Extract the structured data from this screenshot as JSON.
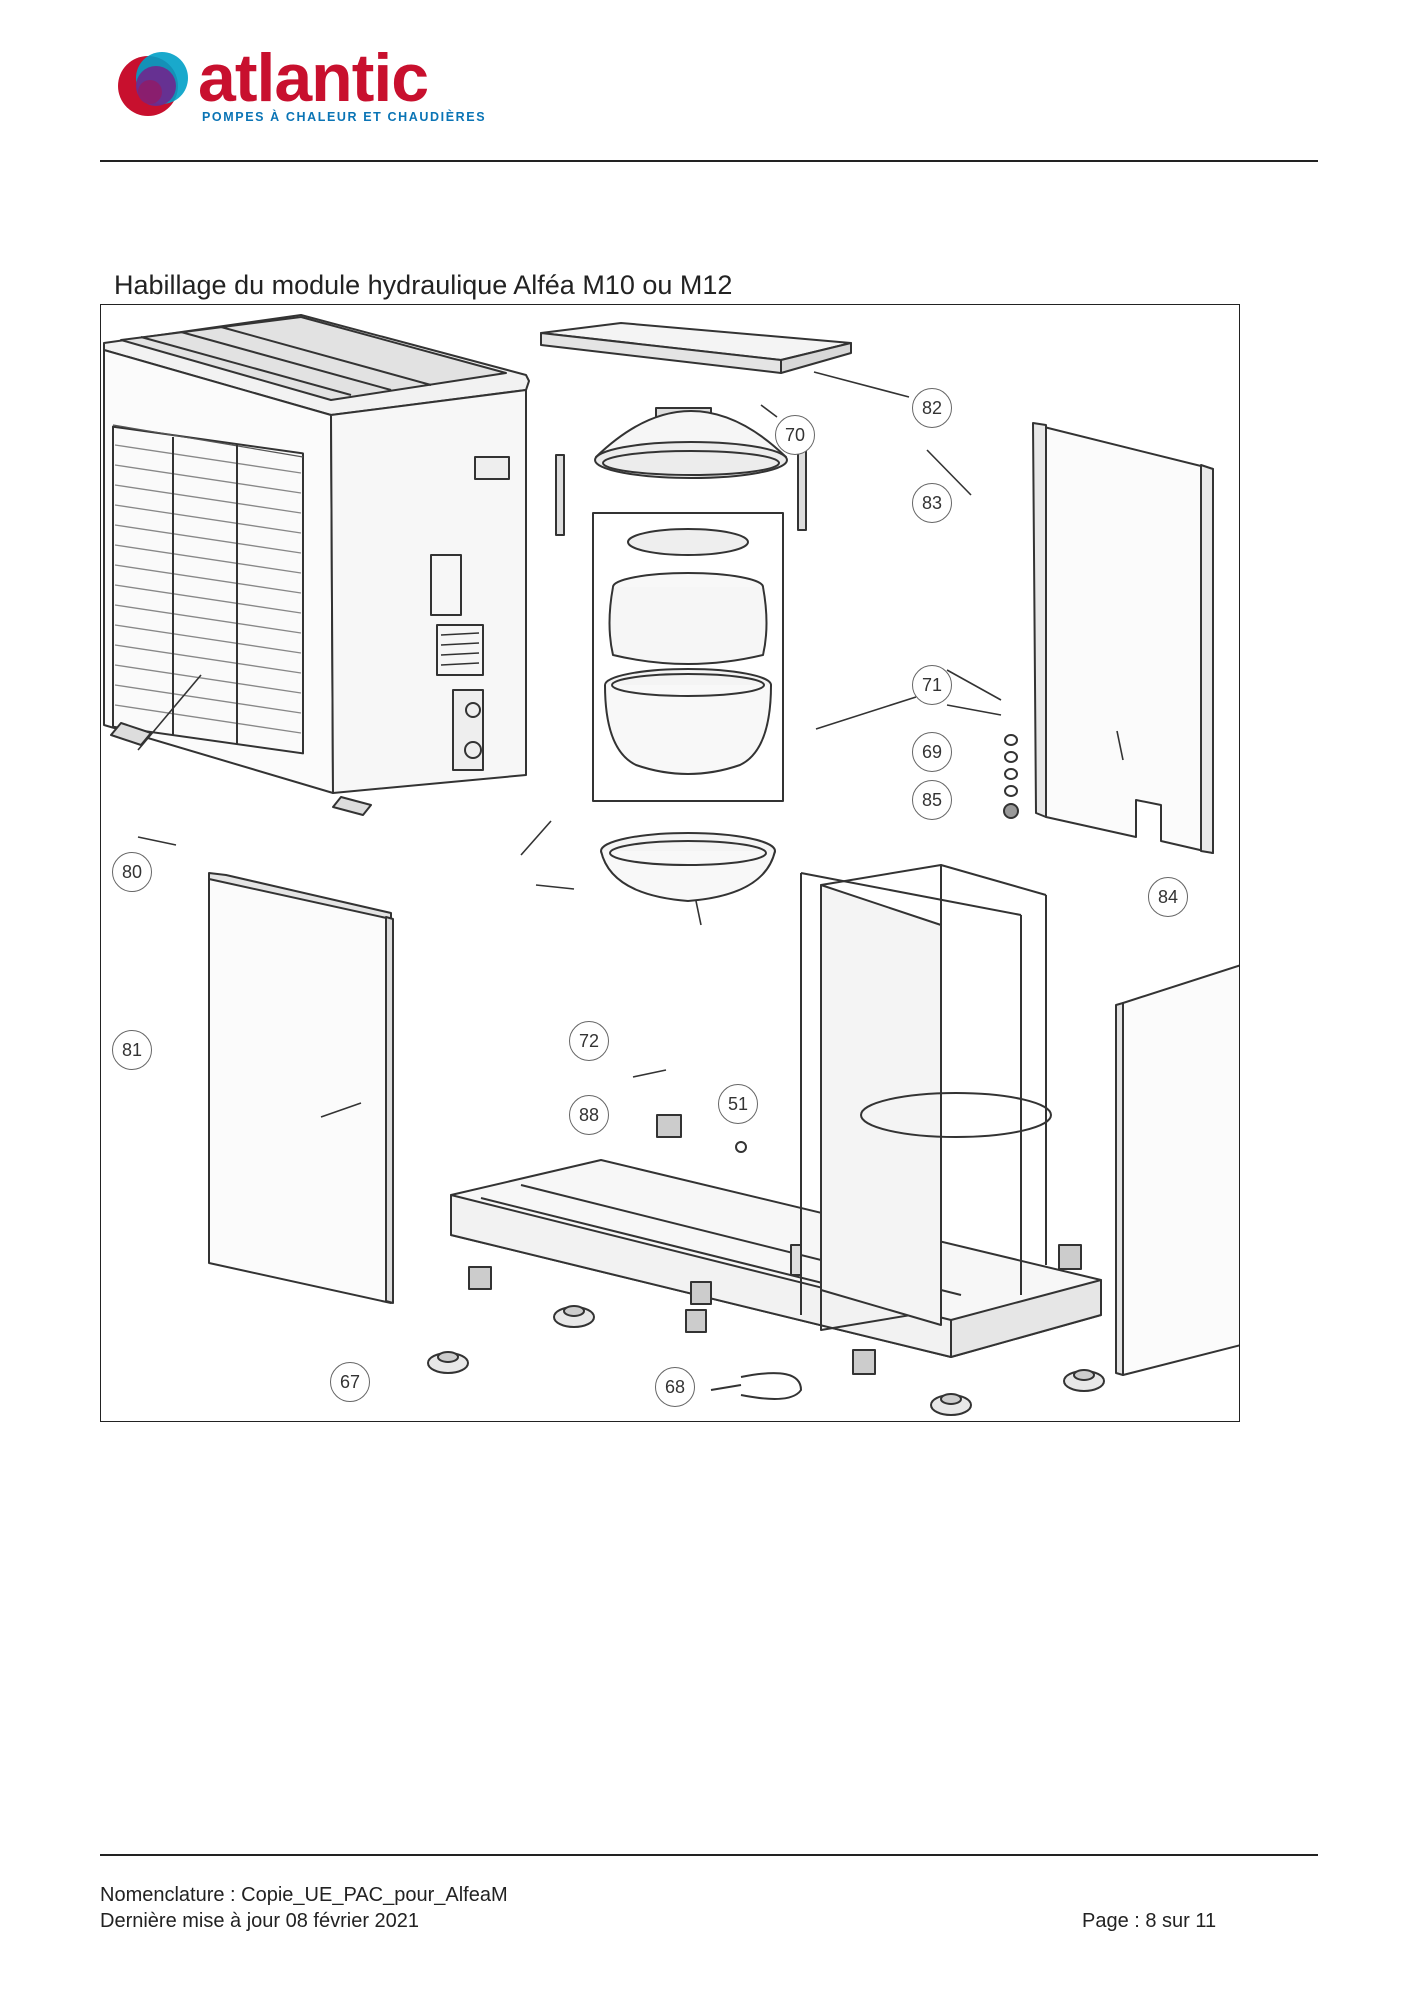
{
  "header": {
    "brand": "atlantic",
    "tagline": "POMPES À CHALEUR ET CHAUDIÈRES",
    "brand_color": "#c8102e",
    "tagline_color": "#0a74b5"
  },
  "section_title": "Habillage du module hydraulique Alféa M10 ou M12",
  "diagram": {
    "callouts": [
      "82",
      "70",
      "83",
      "71",
      "69",
      "85",
      "80",
      "84",
      "81",
      "72",
      "88",
      "51",
      "67",
      "68"
    ]
  },
  "footer": {
    "nomenclature": "Nomenclature : Copie_UE_PAC_pour_AlfeaM",
    "last_update": "Dernière mise à jour 08 février 2021",
    "page": "Page : 8 sur 11"
  }
}
